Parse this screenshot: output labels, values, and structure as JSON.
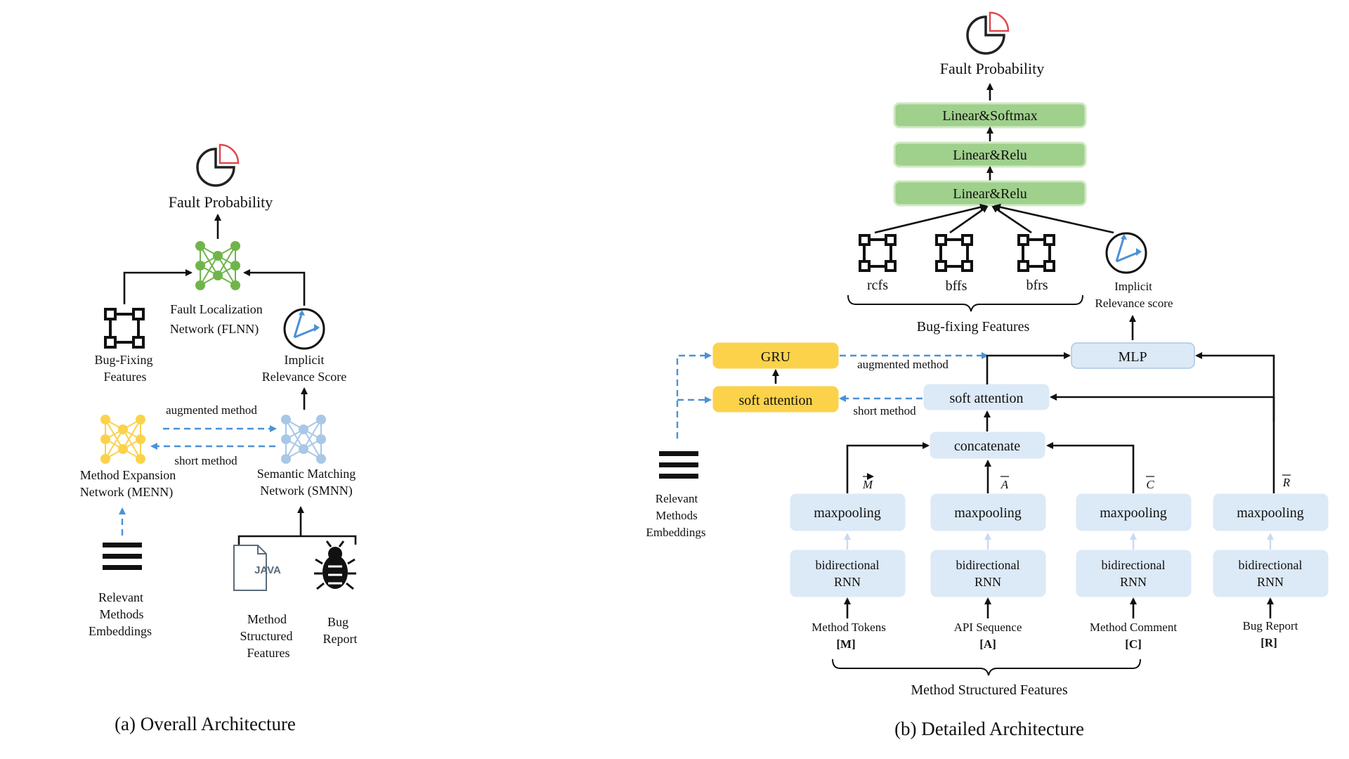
{
  "left": {
    "fault_probability": "Fault Probability",
    "flnn_line1": "Fault Localization",
    "flnn_line2": "Network (FLNN)",
    "bug_fixing_line1": "Bug-Fixing",
    "bug_fixing_line2": "Features",
    "implicit_line1": "Implicit",
    "implicit_line2": "Relevance Score",
    "augmented_method": "augmented method",
    "short_method": "short method",
    "menn_line1": "Method  Expansion",
    "menn_line2": "Network (MENN)",
    "smnn_line1": "Semantic Matching",
    "smnn_line2": "Network (SMNN)",
    "relevant_line1": "Relevant",
    "relevant_line2": "Methods",
    "relevant_line3": "Embeddings",
    "java_label": "JAVA",
    "method_line1": "Method",
    "method_line2": "Structured",
    "method_line3": "Features",
    "bug_line1": "Bug",
    "bug_line2": "Report",
    "caption": "(a) Overall Architecture"
  },
  "right": {
    "fault_probability": "Fault Probability",
    "linear_softmax": "Linear&Softmax",
    "linear_relu_1": "Linear&Relu",
    "linear_relu_2": "Linear&Relu",
    "rcfs": "rcfs",
    "bffs": "bffs",
    "bfrs": "bfrs",
    "implicit_line1": "Implicit",
    "implicit_line2": "Relevance score",
    "bug_fixing_features": "Bug-fixing Features",
    "gru": "GRU",
    "mlp": "MLP",
    "augmented_method": "augmented method",
    "short_method": "short method",
    "soft_attention_left": "soft attention",
    "soft_attention_mid": "soft attention",
    "concatenate": "concatenate",
    "relevant_line1": "Relevant",
    "relevant_line2": "Methods",
    "relevant_line3": "Embeddings",
    "vec_m": "M",
    "vec_a": "A",
    "vec_c": "C",
    "vec_r": "R",
    "maxpooling": [
      "maxpooling",
      "maxpooling",
      "maxpooling",
      "maxpooling"
    ],
    "rnn_line1": [
      "bidirectional",
      "bidirectional",
      "bidirectional",
      "bidirectional"
    ],
    "rnn_line2": [
      "RNN",
      "RNN",
      "RNN",
      "RNN"
    ],
    "inputs_line1": [
      "Method Tokens",
      "API  Sequence",
      "Method Comment",
      "Bug  Report"
    ],
    "inputs_line2": [
      "[M]",
      "[A]",
      "[C]",
      "[R]"
    ],
    "method_structured_features": "Method Structured Features",
    "caption": "(b) Detailed Architecture"
  },
  "colors": {
    "green": "#6fb54a",
    "yellow": "#fbd24a",
    "light_blue": "#a9c7e6",
    "dash_blue": "#4b91d6",
    "red": "#e0484d"
  },
  "icons": [
    "pie-chart-icon",
    "neural-network-icon",
    "feature-grid-icon",
    "gauge-icon",
    "menu-lines-icon",
    "java-file-icon",
    "bug-icon"
  ]
}
